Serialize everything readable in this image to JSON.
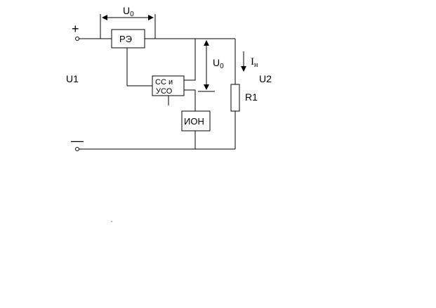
{
  "colors": {
    "ink": "#000000",
    "paper": "#ffffff"
  },
  "terminals": {
    "plus_sign": "+",
    "minus_sign": "—"
  },
  "labels": {
    "u1": "U1",
    "u2": "U2",
    "u0_top_main": "U",
    "u0_top_sub": "0",
    "u0_right_main": "U",
    "u0_right_sub": "0",
    "current_main": "I",
    "current_sub": "н",
    "r1": "R1"
  },
  "blocks": {
    "re": "РЭ",
    "ss_line1": "СС и",
    "ss_line2": "УСО",
    "ion": "ИОН"
  }
}
